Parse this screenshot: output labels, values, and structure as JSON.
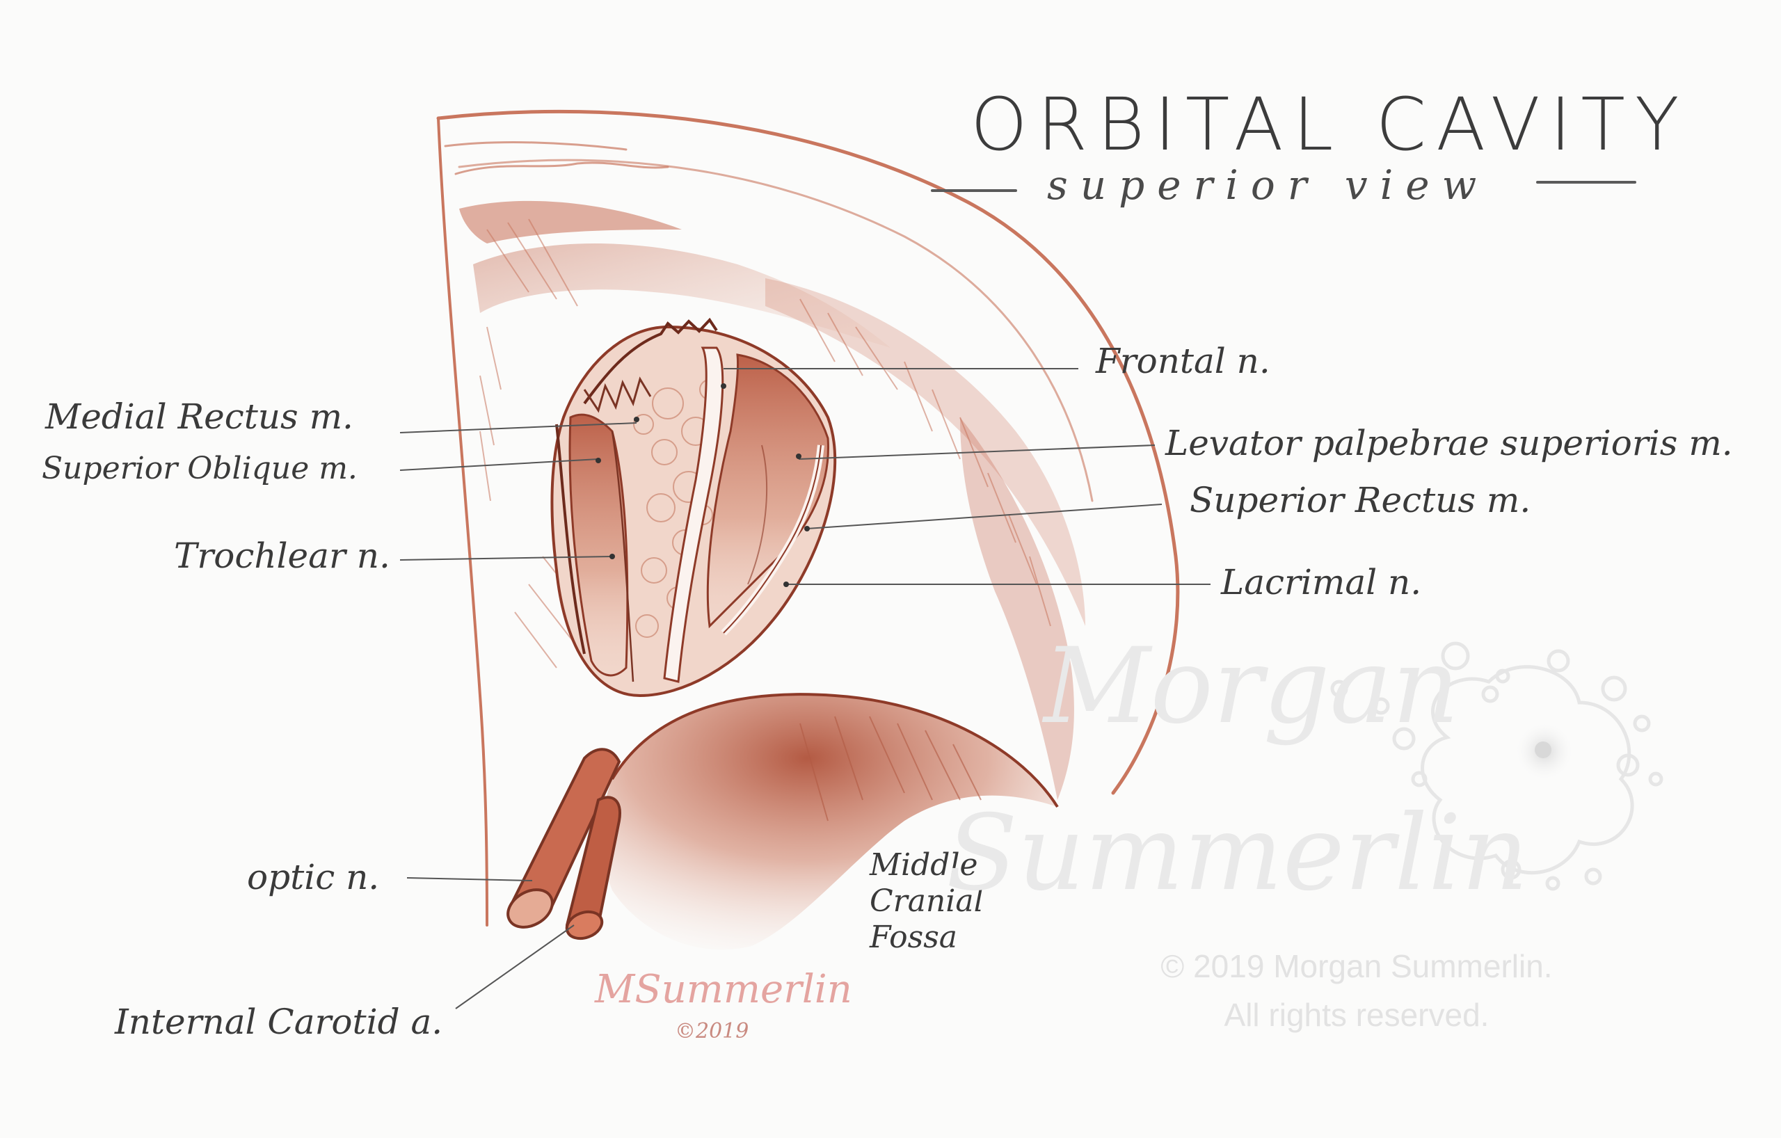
{
  "title": "ORBITAL CAVITY",
  "subtitle": "superior view",
  "labels": {
    "frontal_n": "Frontal n.",
    "medial_rectus": "Medial Rectus m.",
    "superior_oblique": "Superior Oblique m.",
    "levator": "Levator palpebrae superioris m.",
    "superior_rectus": "Superior Rectus m.",
    "trochlear_n": "Trochlear n.",
    "lacrimal_n": "Lacrimal n.",
    "optic_n": "optic n.",
    "internal_carotid": "Internal Carotid a.",
    "middle_cranial_fossa": [
      "Middle",
      "Cranial",
      "Fossa"
    ]
  },
  "signature": {
    "name": "MSummerlin",
    "year": "©2019"
  },
  "watermark": {
    "name_line1": "Morgan",
    "name_line2": "Summerlin",
    "copyright_line1": "© 2019 Morgan Summerlin.",
    "copyright_line2": "All rights reserved."
  },
  "colors": {
    "pencil": "#c0644a",
    "pencil_dark": "#8e3a28",
    "text": "#3a3a3a",
    "leader": "#555555",
    "watermark": "#e4e4e4"
  }
}
